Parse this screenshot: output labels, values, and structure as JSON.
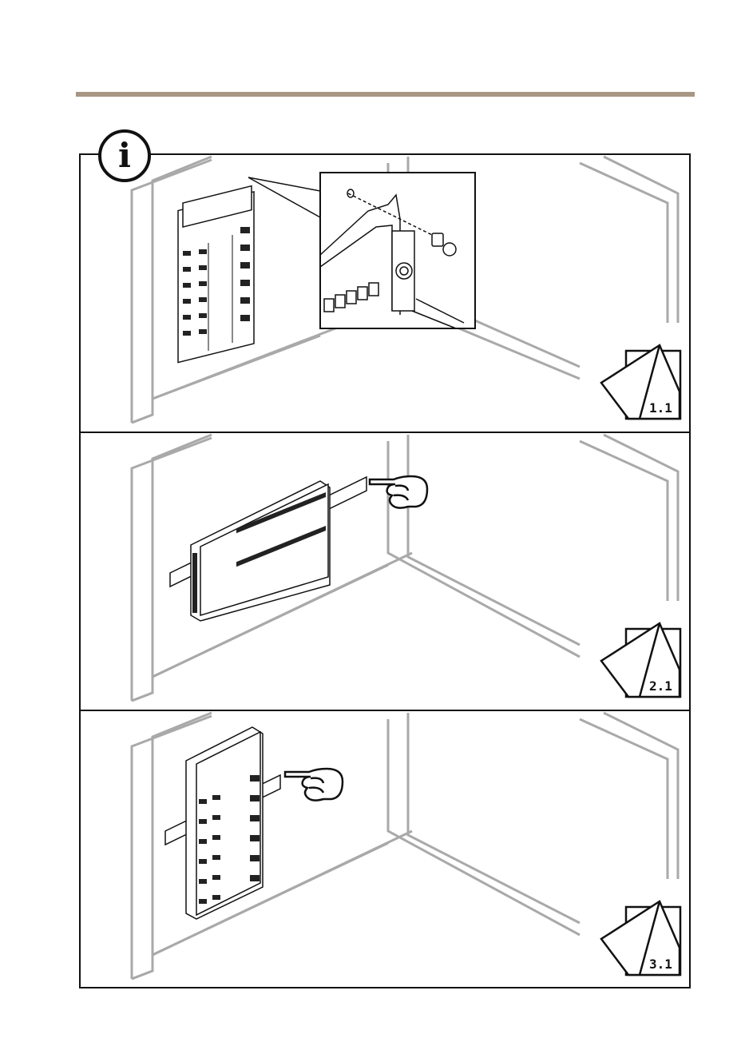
{
  "colors": {
    "header_rule": "#a89684",
    "wall_stroke": "#a9a9a9",
    "line": "#111111"
  },
  "icons": {
    "info": "info-icon",
    "step": "page-curl-step-icon",
    "pointer": "pointing-hand-icon"
  },
  "info_glyph": "i",
  "steps": [
    {
      "label": "1.1",
      "icon": "page-curl-step-icon"
    },
    {
      "label": "2.1",
      "icon": "page-curl-step-icon"
    },
    {
      "label": "3.1",
      "icon": "page-curl-step-icon"
    }
  ]
}
